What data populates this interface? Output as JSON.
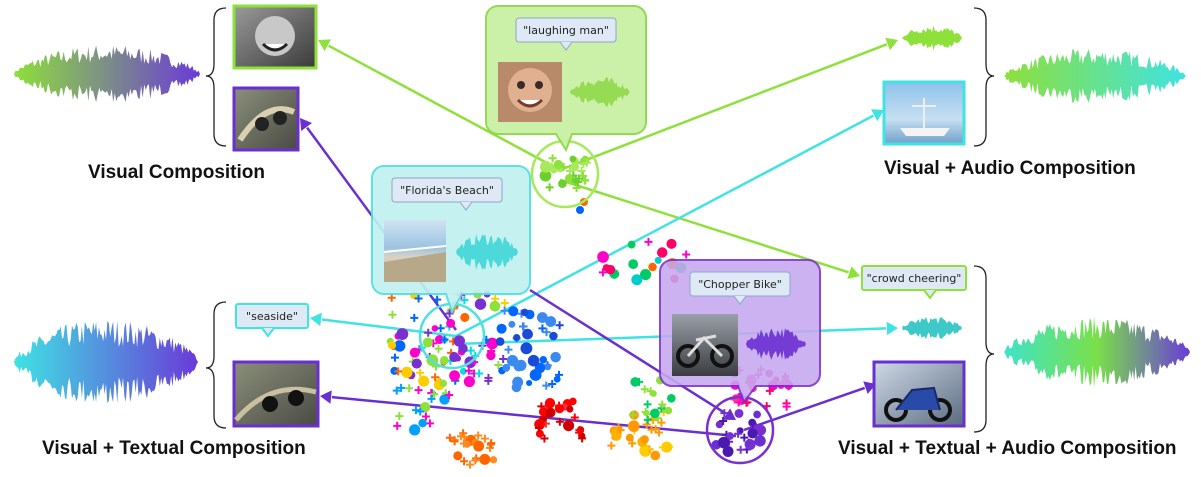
{
  "sections": {
    "visual": "Visual Composition",
    "visual_audio": "Visual + Audio Composition",
    "visual_text": "Visual + Textual Composition",
    "visual_text_audio": "Visual + Textual + Audio Composition"
  },
  "callouts": {
    "laughing_man": "\"laughing man\"",
    "florida_beach": "\"Florida's Beach\"",
    "chopper_bike": "\"Chopper Bike\"",
    "seaside": "\"seaside\"",
    "crowd_cheering": "\"crowd cheering\""
  },
  "colors": {
    "green": "#8ee03a",
    "cyan": "#3fe3e3",
    "purple": "#7a2fd0",
    "lightpurple": "#b990f0"
  },
  "icons": [
    "waveform-icon",
    "photo-thumbnail",
    "speech-bubble",
    "curly-brace"
  ]
}
